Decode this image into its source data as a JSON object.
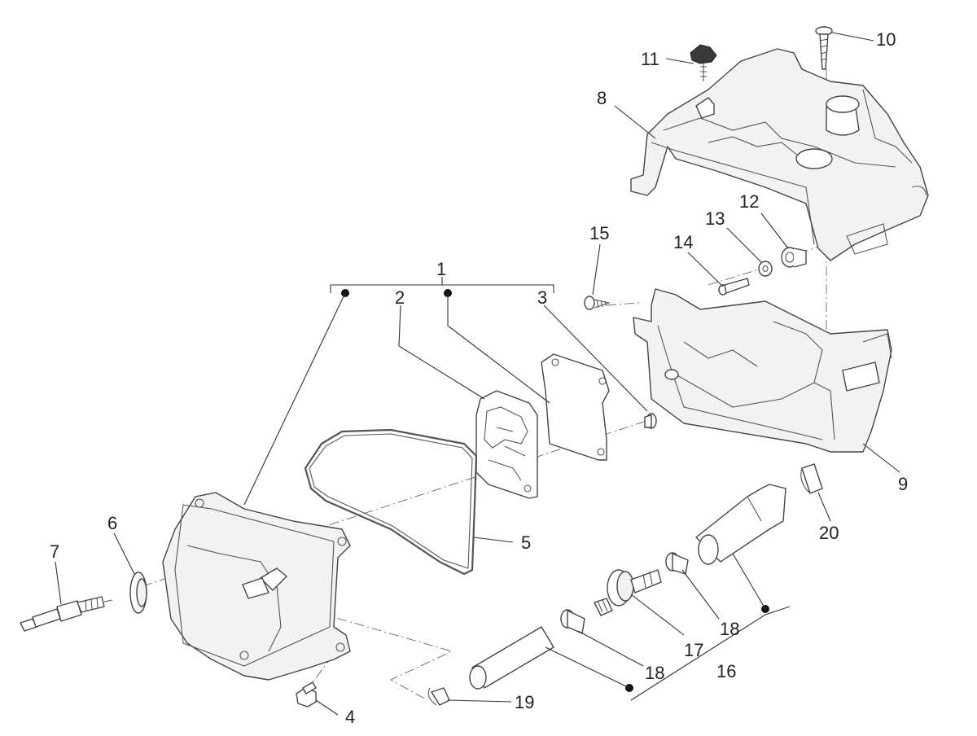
{
  "callouts": {
    "p1": "1",
    "p2": "2",
    "p3": "3",
    "p4": "4",
    "p5": "5",
    "p6": "6",
    "p7": "7",
    "p8": "8",
    "p9": "9",
    "p10": "10",
    "p11": "11",
    "p12": "12",
    "p13": "13",
    "p14": "14",
    "p15": "15",
    "p16": "16",
    "p17": "17",
    "p18a": "18",
    "p18b": "18",
    "p19": "19",
    "p20": "20"
  },
  "colors": {
    "line": "#444444",
    "text": "#222222",
    "background": "#ffffff"
  }
}
